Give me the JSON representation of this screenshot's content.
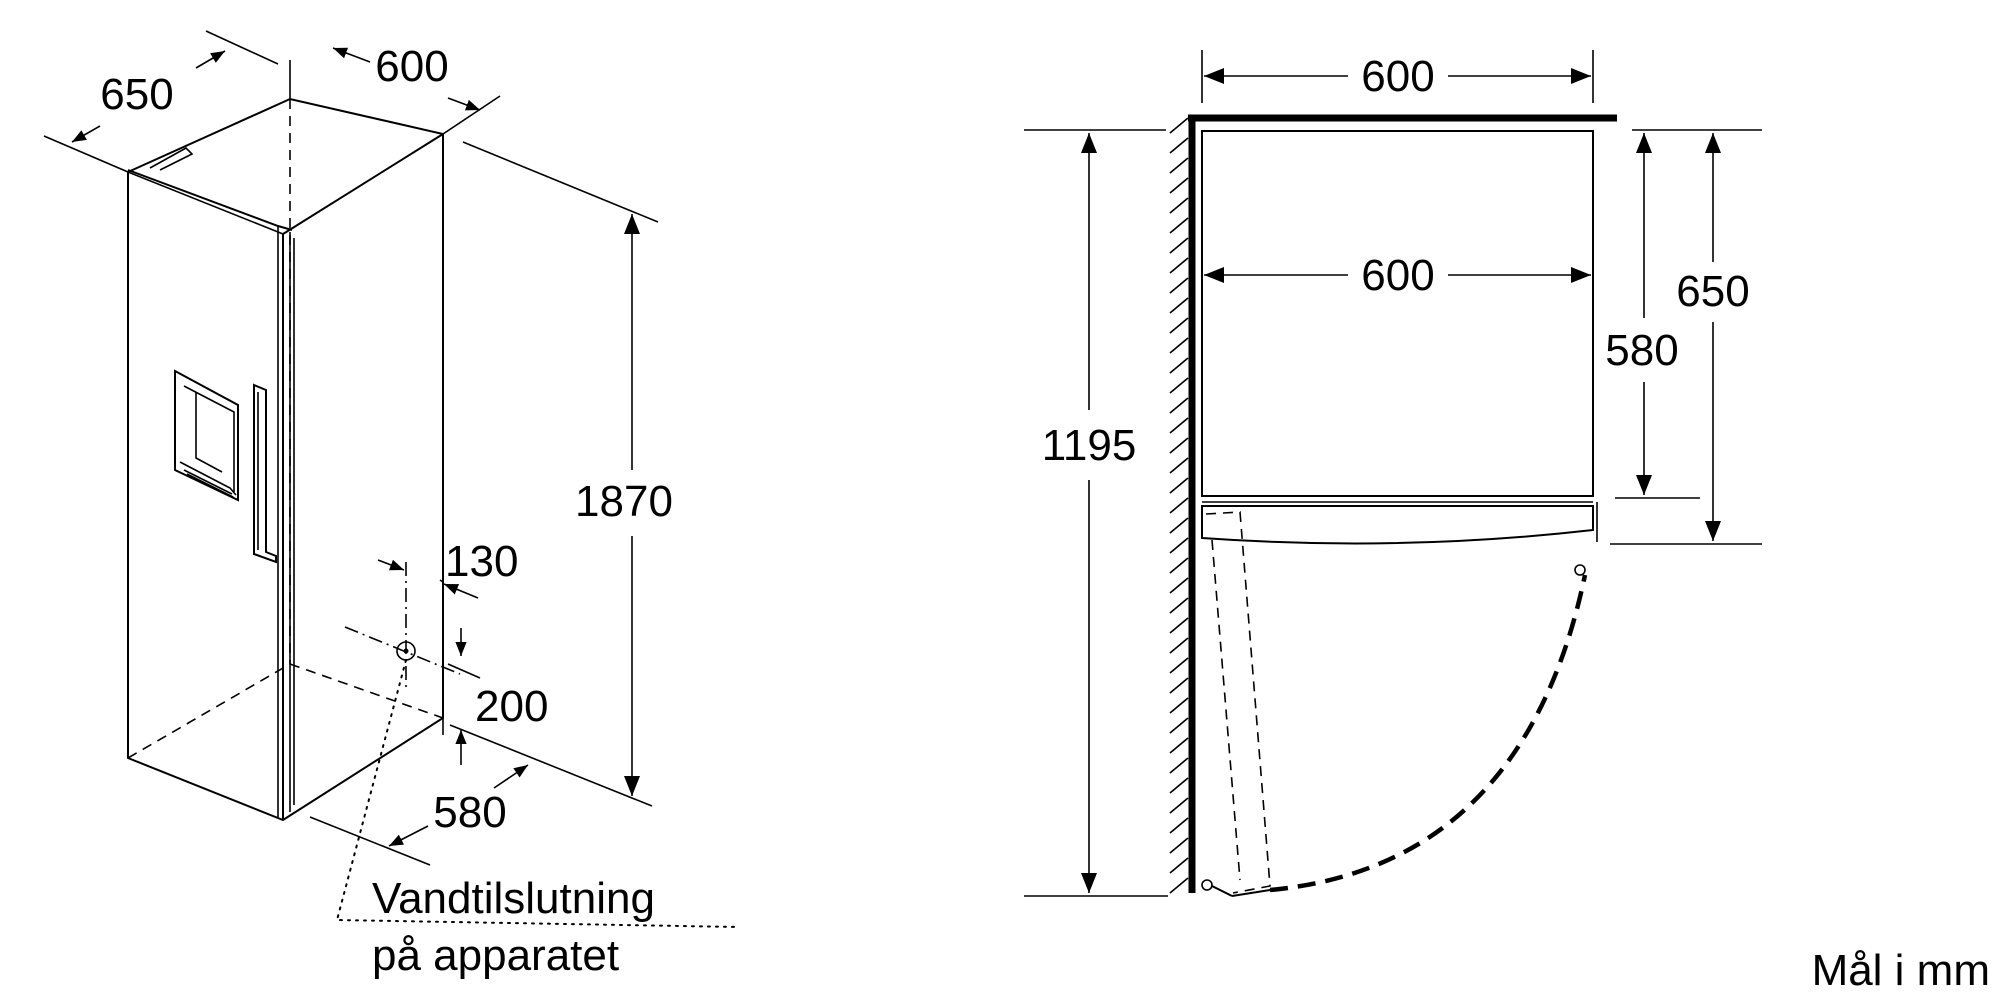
{
  "iso_view": {
    "dim_width": "600",
    "dim_depth": "650",
    "dim_height": "1870",
    "dim_water_side": "130",
    "dim_water_height": "200",
    "dim_body_depth": "580",
    "water_label_line1": "Vandtilslutning",
    "water_label_line2": "på apparatet"
  },
  "plan_view": {
    "dim_width_outer": "600",
    "dim_width_inner": "600",
    "dim_door_swing": "1195",
    "dim_body_depth": "580",
    "dim_total_depth": "650"
  },
  "units_note": "Mål i mm"
}
